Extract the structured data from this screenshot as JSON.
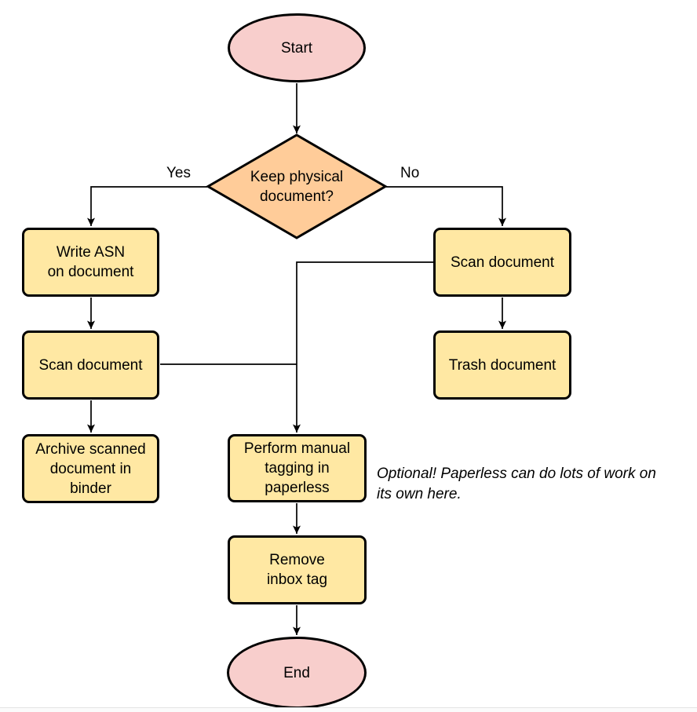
{
  "diagram": {
    "type": "flowchart",
    "colors": {
      "terminal_fill": "#f8cecc",
      "decision_fill": "#ffcc99",
      "process_fill": "#ffe8a3",
      "stroke": "#000000"
    },
    "nodes": {
      "start": {
        "shape": "ellipse",
        "label": "Start"
      },
      "decision": {
        "shape": "diamond",
        "label": "Keep physical\ndocument?"
      },
      "write_asn": {
        "shape": "process",
        "label": "Write ASN\non document"
      },
      "scan_left": {
        "shape": "process",
        "label": "Scan document"
      },
      "archive": {
        "shape": "process",
        "label": "Archive scanned\ndocument in\nbinder"
      },
      "scan_right": {
        "shape": "process",
        "label": "Scan document"
      },
      "trash": {
        "shape": "process",
        "label": "Trash document"
      },
      "tagging": {
        "shape": "process",
        "label": "Perform manual\ntagging in\npaperless"
      },
      "remove_inbox": {
        "shape": "process",
        "label": "Remove\ninbox tag"
      },
      "end": {
        "shape": "ellipse",
        "label": "End"
      }
    },
    "edge_labels": {
      "yes": "Yes",
      "no": "No"
    },
    "edges": [
      {
        "from": "start",
        "to": "decision",
        "label": ""
      },
      {
        "from": "decision",
        "to": "write_asn",
        "label": "Yes"
      },
      {
        "from": "decision",
        "to": "scan_right",
        "label": "No"
      },
      {
        "from": "write_asn",
        "to": "scan_left",
        "label": ""
      },
      {
        "from": "scan_left",
        "to": "archive",
        "label": ""
      },
      {
        "from": "scan_right",
        "to": "trash",
        "label": ""
      },
      {
        "from": "scan_right",
        "to": "tagging",
        "label": ""
      },
      {
        "from": "scan_left",
        "to": "tagging",
        "label": ""
      },
      {
        "from": "tagging",
        "to": "remove_inbox",
        "label": ""
      },
      {
        "from": "remove_inbox",
        "to": "end",
        "label": ""
      }
    ],
    "note": {
      "line1": "Optional! Paperless can do lots of work on",
      "line2": "its own here."
    }
  }
}
